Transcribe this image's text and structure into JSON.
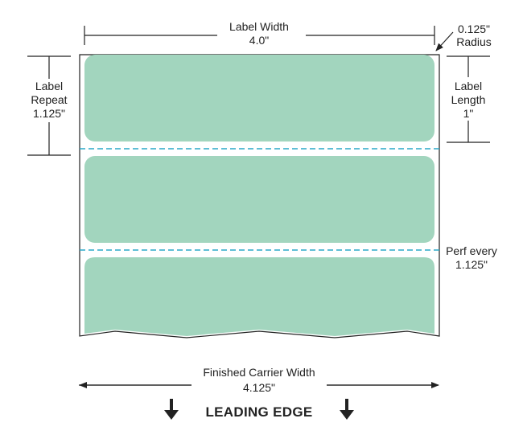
{
  "colors": {
    "label_fill": "#a2d5be",
    "perf_line": "#2aa8c8",
    "ink": "#222222",
    "background": "#ffffff"
  },
  "label_width": {
    "line1": "Label Width",
    "line2": "4.0\""
  },
  "radius": {
    "line1": "0.125\"",
    "line2": "Radius"
  },
  "label_repeat": {
    "line1": "Label",
    "line2": "Repeat",
    "line3": "1.125\""
  },
  "label_length": {
    "line1": "Label",
    "line2": "Length",
    "line3": "1\""
  },
  "perf": {
    "line1": "Perf every",
    "line2": "1.125\""
  },
  "carrier_width": {
    "line1": "Finished Carrier Width",
    "line2": "4.125\""
  },
  "leading_edge": {
    "label": "LEADING EDGE",
    "icon": "arrow-down-icon"
  }
}
